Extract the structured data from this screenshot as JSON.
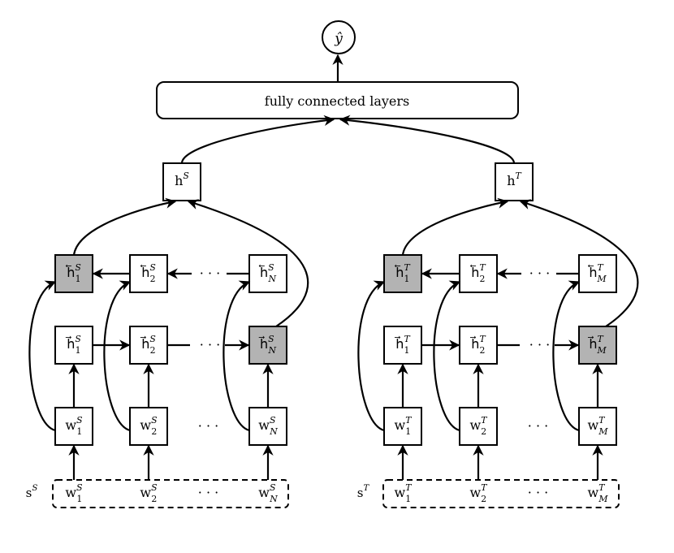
{
  "output": {
    "label": "ŷ"
  },
  "fc": {
    "label": "fully connected layers"
  },
  "colors": {
    "stroke": "#000000",
    "final_state_fill": "#b3b3b3",
    "box_fill": "#ffffff"
  },
  "ellipsis": "· · ·",
  "encoders": [
    {
      "id": "source",
      "sup": "S",
      "last_sub": "N",
      "sentence_label": "s",
      "top_hidden": "h"
    },
    {
      "id": "target",
      "sup": "T",
      "last_sub": "M",
      "sentence_label": "s",
      "top_hidden": "h"
    }
  ]
}
